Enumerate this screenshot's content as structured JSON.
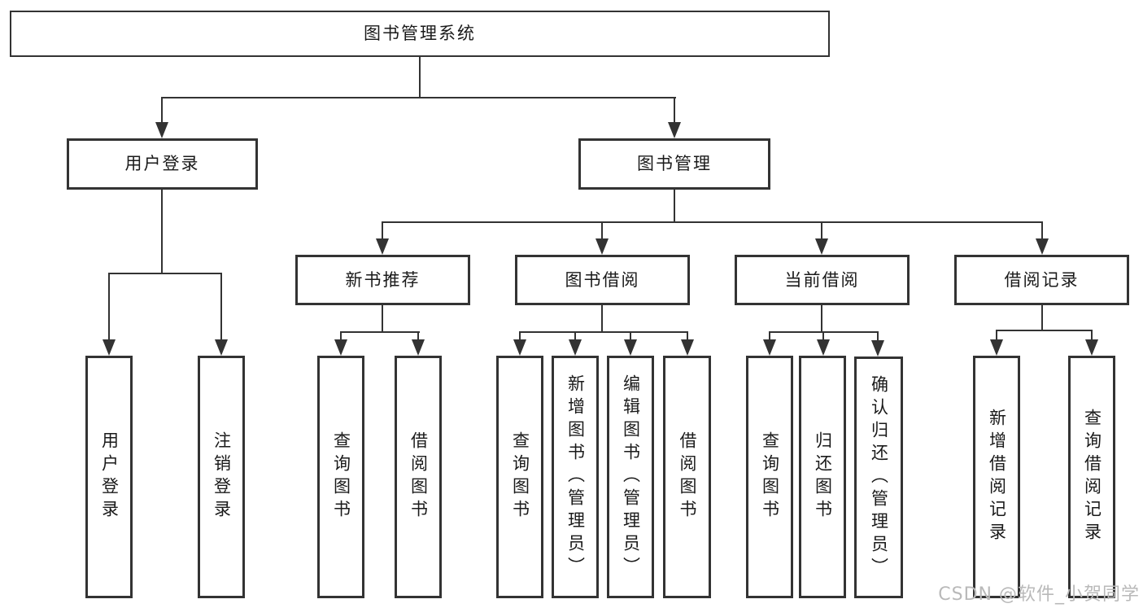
{
  "colors": {
    "line": "#333333",
    "box_border": "#333333",
    "text": "#1a1a1a",
    "watermark": "#b9b9b9",
    "background": "#ffffff"
  },
  "watermark": {
    "text": "CSDN @软件_小贺同学"
  },
  "nodes": {
    "root": "图书管理系统",
    "user_login": "用户登录",
    "book_management": "图书管理",
    "new_book_recommend": "新书推荐",
    "book_borrowing": "图书借阅",
    "current_borrowing": "当前借阅",
    "borrowing_records": "借阅记录",
    "user_login_leaf": "用户登录",
    "logout_leaf": "注销登录",
    "recommend_query_books": "查询图书",
    "recommend_borrow_books": "借阅图书",
    "borrowing_query_books": "查询图书",
    "borrowing_add_books": "新增图书（管理员）",
    "borrowing_edit_books": "编辑图书（管理员）",
    "borrowing_borrow_books": "借阅图书",
    "current_query_books": "查询图书",
    "current_return_books": "归还图书",
    "current_confirm_return": "确认归还（管理员）",
    "records_add_record": "新增借阅记录",
    "records_query_record": "查询借阅记录"
  }
}
